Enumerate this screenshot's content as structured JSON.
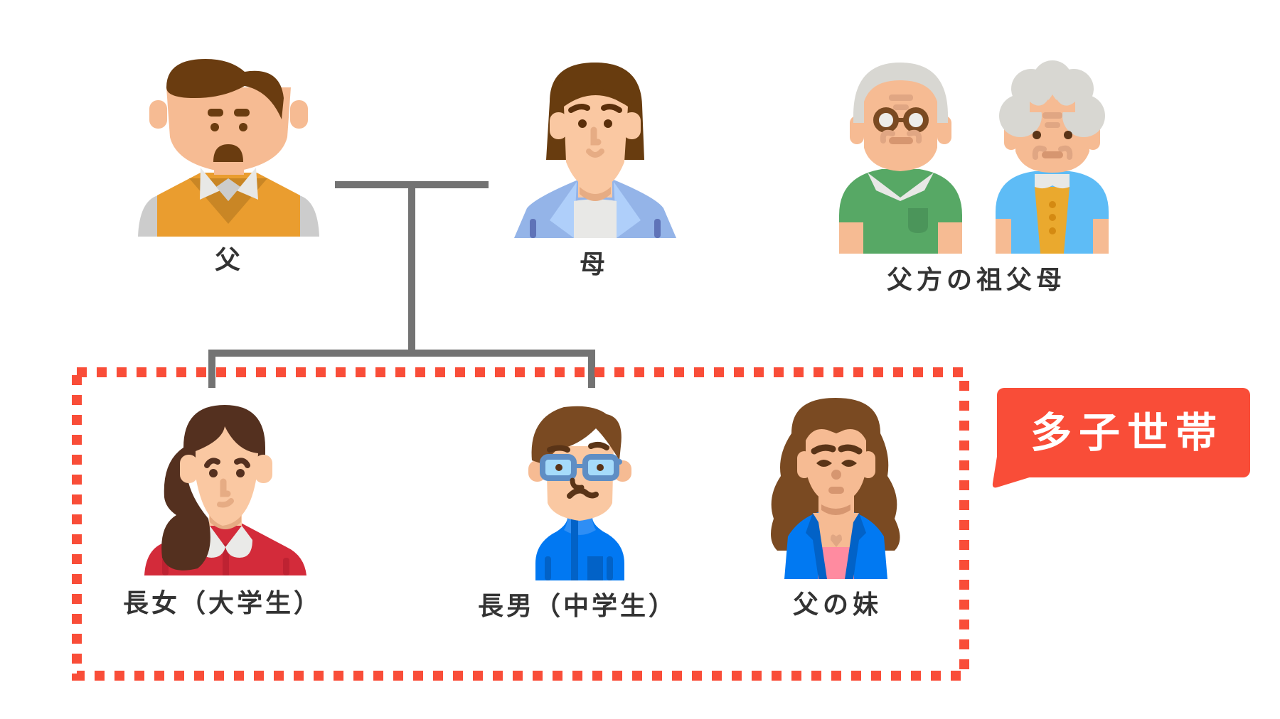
{
  "diagram": {
    "title": "family-tree",
    "colors": {
      "connector": "#737373",
      "highlight_border": "#F94D38",
      "bubble_bg": "#F94D38",
      "bubble_text": "#FFFFFF",
      "label_text": "#333333"
    },
    "parents": [
      {
        "id": "father",
        "label": "父",
        "icon": "man-with-mustache-icon"
      },
      {
        "id": "mother",
        "label": "母",
        "icon": "woman-icon"
      }
    ],
    "grandparents": {
      "label": "父方の祖父母",
      "members": [
        {
          "id": "grandfather",
          "icon": "grandfather-icon"
        },
        {
          "id": "grandmother",
          "icon": "grandmother-icon"
        }
      ]
    },
    "household": {
      "members": [
        {
          "id": "eldest-daughter",
          "label": "長女（大学生）",
          "icon": "young-woman-icon"
        },
        {
          "id": "eldest-son",
          "label": "長男（中学生）",
          "icon": "boy-with-glasses-icon"
        },
        {
          "id": "fathers-younger-sister",
          "label": "父の妹",
          "icon": "woman-long-hair-icon"
        }
      ],
      "badge": "多子世帯"
    }
  }
}
